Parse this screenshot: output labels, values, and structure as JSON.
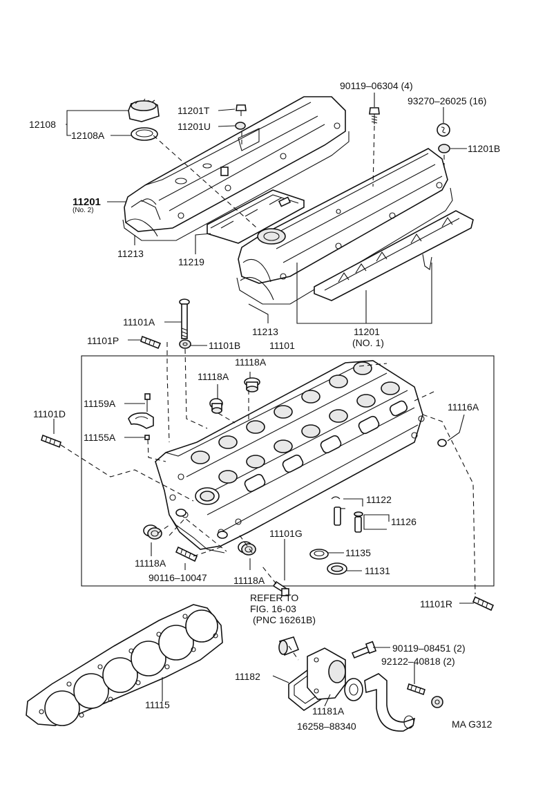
{
  "diagram": {
    "labels": {
      "p90119_06304": "90119–06304 (4)",
      "p93270_26025": "93270–26025 (16)",
      "p11201T": "11201T",
      "p11201U": "11201U",
      "p12108": "12108",
      "p12108A": "12108A",
      "p11201B": "11201B",
      "p11201_no2": "11201",
      "p11201_no2_sub": "(No. 2)",
      "p11213_top": "11213",
      "p11219": "11219",
      "p11213_mid": "11213",
      "p11201_no1": "11201",
      "p11201_no1_sub": "(NO. 1)",
      "p11101A": "11101A",
      "p11101P": "11101P",
      "p11101B": "11101B",
      "p11101": "11101",
      "p11118A_1": "11118A",
      "p11118A_2": "11118A",
      "p11159A": "11159A",
      "p11101D": "11101D",
      "p11116A": "11116A",
      "p11155A": "11155A",
      "p11122": "11122",
      "p11126": "11126",
      "p11101G": "11101G",
      "p11118A_3": "11118A",
      "p11135": "11135",
      "p11131": "11131",
      "p90116_10047": "90116–10047",
      "p11118A_4": "11118A",
      "refer_to": "REFER TO",
      "refer_fig": "FIG. 16-03",
      "refer_pnc": "(PNC 16261B)",
      "p11101R": "11101R",
      "p90119_08451": "90119–08451 (2)",
      "p92122_40818": "92122–40818 (2)",
      "p11182": "11182",
      "p11181A": "11181A",
      "p16258_88340": "16258–88340",
      "p11115": "11115",
      "code": "MA G312"
    }
  }
}
